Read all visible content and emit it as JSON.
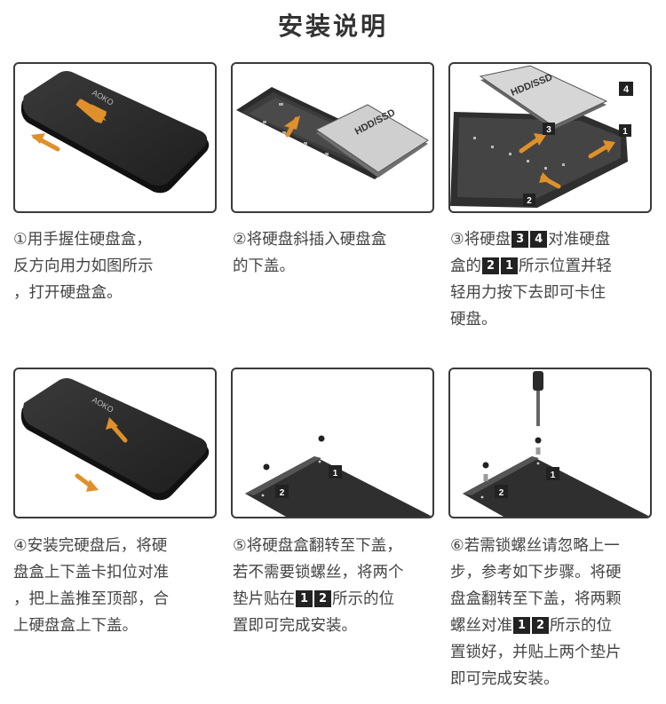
{
  "title": "安装说明",
  "brand": "AOKO",
  "drive_label": "HDD/SSD",
  "colors": {
    "arrow": "#e0902a",
    "enclosure": "#2a2a2a",
    "badge": "#222222"
  },
  "steps": [
    {
      "id": 1,
      "lines": [
        "①用手握住硬盘盒，",
        "反方向用力如图所示",
        "，打开硬盘盒。"
      ]
    },
    {
      "id": 2,
      "lines": [
        "②将硬盘斜插入硬盘盒",
        "的下盖。"
      ]
    },
    {
      "id": 3,
      "l1_pre": "③将硬盘",
      "l1_b1": "3",
      "l1_b2": "4",
      "l1_post": "对准硬盘",
      "l2_pre": "盒的",
      "l2_b1": "2",
      "l2_b2": "1",
      "l2_post": "所示位置并轻",
      "l3": "轻用力按下去即可卡住",
      "l4": "硬盘。"
    },
    {
      "id": 4,
      "lines": [
        "④安装完硬盘后，将硬",
        "盘盒上下盖卡扣位对准",
        "，把上盖推至顶部，合",
        "上硬盘盒上下盖。"
      ]
    },
    {
      "id": 5,
      "l1": "⑤将硬盘盒翻转至下盖，",
      "l2": "若不需要锁螺丝，将两个",
      "l3_pre": "垫片贴在",
      "l3_b1": "1",
      "l3_b2": "2",
      "l3_post": "所示的位",
      "l4": "置即可完成安装。"
    },
    {
      "id": 6,
      "l1": "⑥若需锁螺丝请忽略上一",
      "l2": "步，参考如下步骤。将硬",
      "l3": "盘盒翻转至下盖，将两颗",
      "l4_pre": "螺丝对准",
      "l4_b1": "1",
      "l4_b2": "2",
      "l4_post": "所示的位",
      "l5": "置锁好，并贴上两个垫片",
      "l6": "即可完成安装。"
    }
  ],
  "markers": {
    "p3": [
      "4",
      "3",
      "1",
      "2"
    ],
    "p5": [
      "1",
      "2"
    ],
    "p6": [
      "1",
      "2"
    ]
  }
}
